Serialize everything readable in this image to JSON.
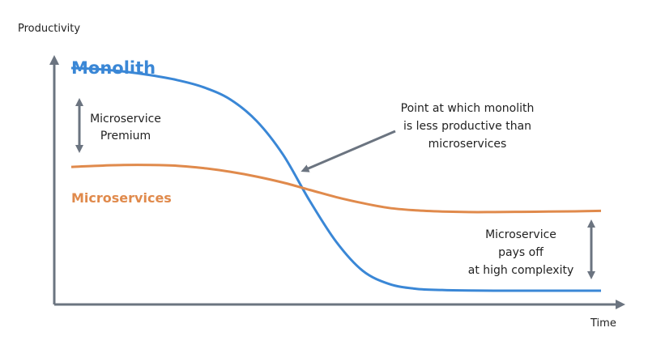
{
  "chart_data": {
    "type": "line",
    "xlabel": "Time",
    "ylabel": "Productivity",
    "grid": false,
    "series": [
      {
        "name": "Monolith",
        "color": "#3a87d6",
        "x": [
          0,
          0.05,
          0.1,
          0.15,
          0.2,
          0.25,
          0.3,
          0.35,
          0.4,
          0.45,
          0.5,
          0.55,
          0.6,
          0.65,
          0.7,
          0.75,
          0.8,
          0.85,
          0.9,
          0.95,
          1.0
        ],
        "y": [
          0.98,
          0.975,
          0.965,
          0.95,
          0.93,
          0.9,
          0.85,
          0.76,
          0.62,
          0.43,
          0.26,
          0.14,
          0.085,
          0.065,
          0.06,
          0.058,
          0.057,
          0.057,
          0.057,
          0.057,
          0.057
        ]
      },
      {
        "name": "Microservices",
        "color": "#e08a4c",
        "x": [
          0,
          0.05,
          0.1,
          0.15,
          0.2,
          0.25,
          0.3,
          0.35,
          0.4,
          0.45,
          0.5,
          0.55,
          0.6,
          0.65,
          0.7,
          0.75,
          0.8,
          0.85,
          0.9,
          0.95,
          1.0
        ],
        "y": [
          0.57,
          0.575,
          0.578,
          0.578,
          0.575,
          0.565,
          0.55,
          0.53,
          0.505,
          0.475,
          0.445,
          0.42,
          0.4,
          0.39,
          0.385,
          0.383,
          0.383,
          0.384,
          0.385,
          0.386,
          0.388
        ]
      }
    ],
    "annotations": {
      "premium": [
        "Microservice",
        "Premium"
      ],
      "crossover": [
        "Point at which monolith",
        "is less productive than",
        "microservices"
      ],
      "payoff": [
        "Microservice",
        "pays off",
        "at high complexity"
      ]
    },
    "arrow_color": "#6b7480",
    "axis_color": "#6b7480"
  }
}
